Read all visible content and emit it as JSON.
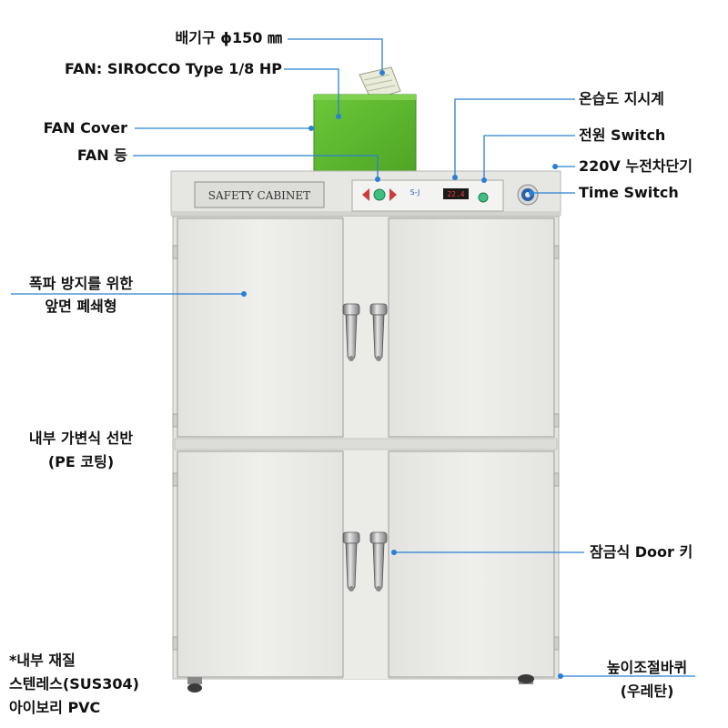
{
  "cabinet": {
    "brand_label": "SAFETY CABINET",
    "display_value": "22.4",
    "panel_logo": "S-J"
  },
  "labels": {
    "exhaust": "배기구  ϕ150 ㎜",
    "fan": "FAN: SIROCCO Type 1/8 HP",
    "fan_cover": "FAN Cover",
    "fan_lamp": "FAN 등",
    "thermo_hygrometer": "온습도 지시계",
    "power_switch": "전원 Switch",
    "breaker": "220V 누전차단기",
    "time_switch": "Time Switch",
    "front_seal_line1": "폭파 방지를 위한",
    "front_seal_line2": "앞면 폐쇄형",
    "shelf_line1": "내부 가변식 선반",
    "shelf_line2": "(PE 코팅)",
    "door_key": "잠금식 Door 키",
    "material_line1": "*내부 재질",
    "material_line2": "스텐레스(SUS304)",
    "material_line3": "아이보리 PVC",
    "caster_line1": "높이조절바퀴",
    "caster_line2": "(우레탄)"
  },
  "colors": {
    "leader": "#2a7fd4",
    "fan_cover": "#5cb82e",
    "cabinet_body": "#e9e9e6",
    "door": "#ececea"
  }
}
